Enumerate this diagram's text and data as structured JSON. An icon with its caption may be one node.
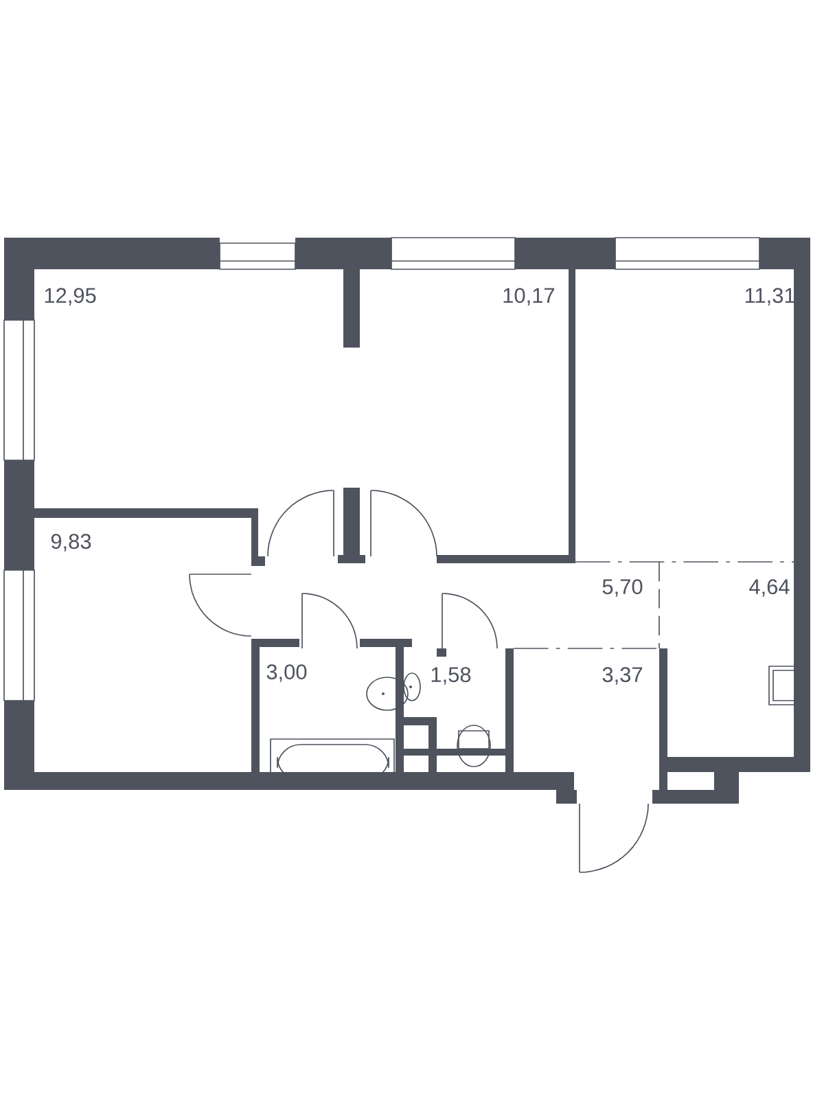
{
  "diagram": {
    "labels": [
      "12,95",
      "10,17",
      "11,31",
      "9,83",
      "5,70",
      "4,64",
      "3,00",
      "1,58",
      "3,37"
    ]
  }
}
